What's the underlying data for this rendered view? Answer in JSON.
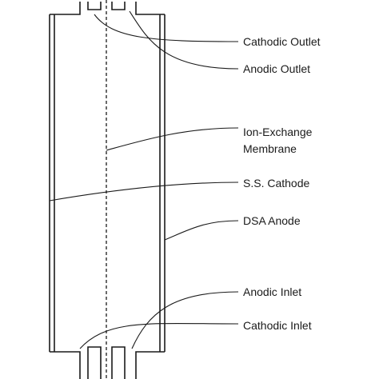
{
  "diagram": {
    "labels": {
      "cathodic_outlet": "Cathodic Outlet",
      "anodic_outlet": "Anodic Outlet",
      "membrane_line1": "Ion-Exchange",
      "membrane_line2": "Membrane",
      "cathode": "S.S. Cathode",
      "anode": "DSA Anode",
      "anodic_inlet": "Anodic Inlet",
      "cathodic_inlet": "Cathodic Inlet"
    }
  }
}
